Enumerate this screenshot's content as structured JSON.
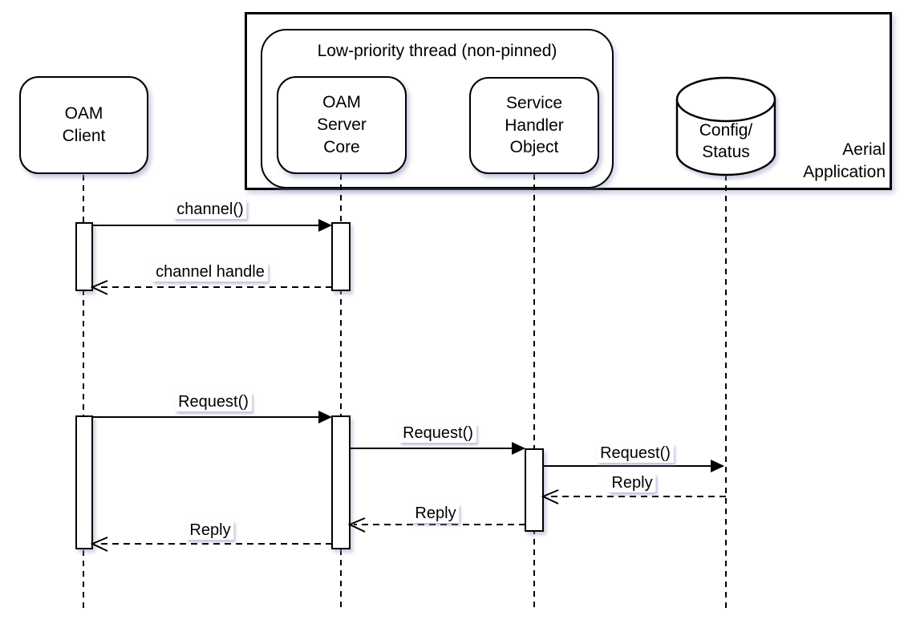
{
  "diagram": {
    "type": "uml-sequence-diagram"
  },
  "frames": {
    "aerial_application": {
      "label": "Aerial\nApplication"
    },
    "low_priority_thread": {
      "label": "Low-priority thread (non-pinned)"
    }
  },
  "participants": {
    "oam_client": {
      "label": "OAM\nClient",
      "kind": "object"
    },
    "oam_server_core": {
      "label": "OAM\nServer\nCore",
      "kind": "object"
    },
    "service_handler": {
      "label": "Service\nHandler\nObject",
      "kind": "object"
    },
    "config_status": {
      "label": "Config/\nStatus",
      "kind": "datastore"
    }
  },
  "messages": [
    {
      "label": "channel()",
      "type": "sync",
      "from": "oam_client",
      "to": "oam_server_core"
    },
    {
      "label": "channel handle",
      "type": "return",
      "from": "oam_server_core",
      "to": "oam_client"
    },
    {
      "label": "Request()",
      "type": "sync",
      "from": "oam_client",
      "to": "oam_server_core"
    },
    {
      "label": "Request()",
      "type": "sync",
      "from": "oam_server_core",
      "to": "service_handler"
    },
    {
      "label": "Request()",
      "type": "sync",
      "from": "service_handler",
      "to": "config_status"
    },
    {
      "label": "Reply",
      "type": "return",
      "from": "config_status",
      "to": "service_handler"
    },
    {
      "label": "Reply",
      "type": "return",
      "from": "service_handler",
      "to": "oam_server_core"
    },
    {
      "label": "Reply",
      "type": "return",
      "from": "oam_server_core",
      "to": "oam_client"
    }
  ],
  "colors": {
    "stroke": "#000000",
    "background": "#ffffff",
    "shadow": "#8c96be"
  }
}
